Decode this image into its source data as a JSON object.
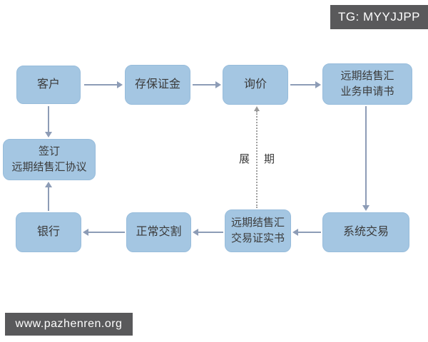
{
  "watermarks": {
    "top_right": "TG: MYYJJPP",
    "bottom_left": "www.pazhenren.org"
  },
  "colors": {
    "node_fill": "#a4c6e2",
    "node_text": "#3b3b3b",
    "arrow": "#8d9cb6",
    "dotted_arrow": "#9a9a9a",
    "banner_bg": "#59595b",
    "banner_text": "#ffffff",
    "background": "#ffffff"
  },
  "flowchart": {
    "nodes": {
      "customer": {
        "label": "客户"
      },
      "deposit": {
        "label": "存保证金"
      },
      "inquiry": {
        "label": "询价"
      },
      "application": {
        "label": "远期结售汇\n业务申请书"
      },
      "agreement": {
        "label": "签订\n远期结售汇协议"
      },
      "bank": {
        "label": "银行"
      },
      "delivery": {
        "label": "正常交割"
      },
      "confirmation": {
        "label": "远期结售汇\n交易证实书"
      },
      "system": {
        "label": "系统交易"
      }
    },
    "rollover_label": {
      "char1": "展",
      "char2": "期"
    },
    "edges": [
      {
        "from": "customer",
        "to": "deposit",
        "style": "solid"
      },
      {
        "from": "deposit",
        "to": "inquiry",
        "style": "solid"
      },
      {
        "from": "inquiry",
        "to": "application",
        "style": "solid"
      },
      {
        "from": "customer",
        "to": "agreement",
        "style": "solid"
      },
      {
        "from": "application",
        "to": "system",
        "style": "solid"
      },
      {
        "from": "system",
        "to": "confirmation",
        "style": "solid"
      },
      {
        "from": "confirmation",
        "to": "delivery",
        "style": "solid"
      },
      {
        "from": "delivery",
        "to": "bank",
        "style": "solid"
      },
      {
        "from": "bank",
        "to": "agreement",
        "style": "solid"
      },
      {
        "from": "confirmation",
        "to": "inquiry",
        "style": "dotted",
        "label": "展 期"
      }
    ]
  }
}
